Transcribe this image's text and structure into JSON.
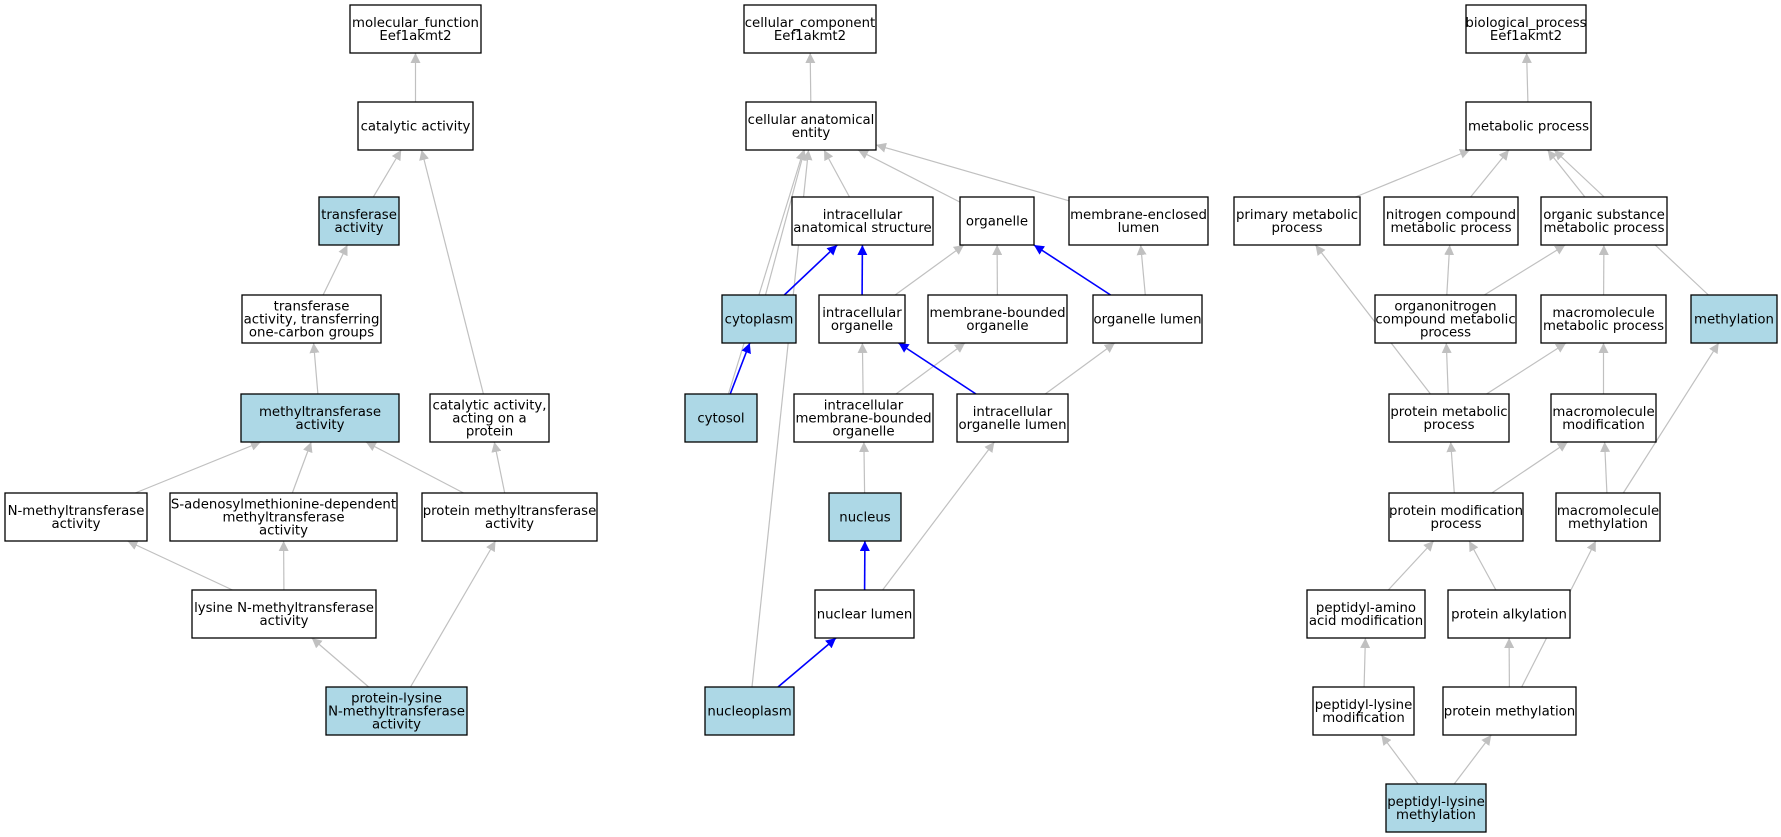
{
  "colors": {
    "default_fill": "#ffffff",
    "highlight_fill": "#add8e6",
    "edge_default": "#c0c0c0",
    "edge_path": "#0000ff"
  },
  "nodes": [
    {
      "id": "mf",
      "lines": [
        "molecular_function",
        "Eef1akmt2"
      ],
      "highlight": false
    },
    {
      "id": "cat",
      "lines": [
        "catalytic activity"
      ],
      "highlight": false
    },
    {
      "id": "trans",
      "lines": [
        "transferase",
        "activity"
      ],
      "highlight": true
    },
    {
      "id": "trans1c",
      "lines": [
        "transferase",
        "activity, transferring",
        "one-carbon groups"
      ],
      "highlight": false
    },
    {
      "id": "mtase",
      "lines": [
        "methyltransferase",
        "activity"
      ],
      "highlight": true
    },
    {
      "id": "catprot",
      "lines": [
        "catalytic activity,",
        "acting on a",
        "protein"
      ],
      "highlight": false
    },
    {
      "id": "nmt",
      "lines": [
        "N-methyltransferase",
        "activity"
      ],
      "highlight": false
    },
    {
      "id": "sam",
      "lines": [
        "S-adenosylmethionine-dependent",
        "methyltransferase",
        "activity"
      ],
      "highlight": false
    },
    {
      "id": "pmt",
      "lines": [
        "protein methyltransferase",
        "activity"
      ],
      "highlight": false
    },
    {
      "id": "lnmt",
      "lines": [
        "lysine N-methyltransferase",
        "activity"
      ],
      "highlight": false
    },
    {
      "id": "plnmt",
      "lines": [
        "protein-lysine",
        "N-methyltransferase",
        "activity"
      ],
      "highlight": true
    },
    {
      "id": "cc",
      "lines": [
        "cellular_component",
        "Eef1akmt2"
      ],
      "highlight": false
    },
    {
      "id": "cae",
      "lines": [
        "cellular anatomical",
        "entity"
      ],
      "highlight": false
    },
    {
      "id": "ias",
      "lines": [
        "intracellular",
        "anatomical structure"
      ],
      "highlight": false
    },
    {
      "id": "org",
      "lines": [
        "organelle"
      ],
      "highlight": false
    },
    {
      "id": "mel",
      "lines": [
        "membrane-enclosed",
        "lumen"
      ],
      "highlight": false
    },
    {
      "id": "cyto",
      "lines": [
        "cytoplasm"
      ],
      "highlight": true
    },
    {
      "id": "iorg",
      "lines": [
        "intracellular",
        "organelle"
      ],
      "highlight": false
    },
    {
      "id": "mbo",
      "lines": [
        "membrane-bounded",
        "organelle"
      ],
      "highlight": false
    },
    {
      "id": "orgl",
      "lines": [
        "organelle lumen"
      ],
      "highlight": false
    },
    {
      "id": "cytosol",
      "lines": [
        "cytosol"
      ],
      "highlight": true
    },
    {
      "id": "imbo",
      "lines": [
        "intracellular",
        "membrane-bounded",
        "organelle"
      ],
      "highlight": false
    },
    {
      "id": "iol",
      "lines": [
        "intracellular",
        "organelle lumen"
      ],
      "highlight": false
    },
    {
      "id": "nuc",
      "lines": [
        "nucleus"
      ],
      "highlight": true
    },
    {
      "id": "nucl",
      "lines": [
        "nuclear lumen"
      ],
      "highlight": false
    },
    {
      "id": "nplasm",
      "lines": [
        "nucleoplasm"
      ],
      "highlight": true
    },
    {
      "id": "bp",
      "lines": [
        "biological_process",
        "Eef1akmt2"
      ],
      "highlight": false
    },
    {
      "id": "met",
      "lines": [
        "metabolic process"
      ],
      "highlight": false
    },
    {
      "id": "pmp",
      "lines": [
        "primary metabolic",
        "process"
      ],
      "highlight": false
    },
    {
      "id": "ncmp",
      "lines": [
        "nitrogen compound",
        "metabolic process"
      ],
      "highlight": false
    },
    {
      "id": "osmp",
      "lines": [
        "organic substance",
        "metabolic process"
      ],
      "highlight": false
    },
    {
      "id": "methyl",
      "lines": [
        "methylation"
      ],
      "highlight": true
    },
    {
      "id": "oncmp",
      "lines": [
        "organonitrogen",
        "compound metabolic",
        "process"
      ],
      "highlight": false
    },
    {
      "id": "mmp",
      "lines": [
        "macromolecule",
        "metabolic process"
      ],
      "highlight": false
    },
    {
      "id": "protmp",
      "lines": [
        "protein metabolic",
        "process"
      ],
      "highlight": false
    },
    {
      "id": "mmod",
      "lines": [
        "macromolecule",
        "modification"
      ],
      "highlight": false
    },
    {
      "id": "pmodp",
      "lines": [
        "protein modification",
        "process"
      ],
      "highlight": false
    },
    {
      "id": "mmeth",
      "lines": [
        "macromolecule",
        "methylation"
      ],
      "highlight": false
    },
    {
      "id": "paam",
      "lines": [
        "peptidyl-amino",
        "acid modification"
      ],
      "highlight": false
    },
    {
      "id": "palk",
      "lines": [
        "protein alkylation"
      ],
      "highlight": false
    },
    {
      "id": "plm",
      "lines": [
        "peptidyl-lysine",
        "modification"
      ],
      "highlight": false
    },
    {
      "id": "pmeth",
      "lines": [
        "protein methylation"
      ],
      "highlight": false
    },
    {
      "id": "plmeth",
      "lines": [
        "peptidyl-lysine",
        "methylation"
      ],
      "highlight": true
    }
  ],
  "edges": [
    {
      "from": "cat",
      "to": "mf",
      "path": false
    },
    {
      "from": "trans",
      "to": "cat",
      "path": false
    },
    {
      "from": "catprot",
      "to": "cat",
      "path": false
    },
    {
      "from": "trans1c",
      "to": "trans",
      "path": false
    },
    {
      "from": "mtase",
      "to": "trans1c",
      "path": false
    },
    {
      "from": "nmt",
      "to": "mtase",
      "path": false
    },
    {
      "from": "sam",
      "to": "mtase",
      "path": false
    },
    {
      "from": "pmt",
      "to": "mtase",
      "path": false
    },
    {
      "from": "pmt",
      "to": "catprot",
      "path": false
    },
    {
      "from": "lnmt",
      "to": "nmt",
      "path": false
    },
    {
      "from": "lnmt",
      "to": "sam",
      "path": false
    },
    {
      "from": "plnmt",
      "to": "lnmt",
      "path": false
    },
    {
      "from": "plnmt",
      "to": "pmt",
      "path": false
    },
    {
      "from": "cae",
      "to": "cc",
      "path": false
    },
    {
      "from": "ias",
      "to": "cae",
      "path": false
    },
    {
      "from": "org",
      "to": "cae",
      "path": false
    },
    {
      "from": "mel",
      "to": "cae",
      "path": false
    },
    {
      "from": "cyto",
      "to": "cae",
      "path": false
    },
    {
      "from": "cytosol",
      "to": "cae",
      "path": false
    },
    {
      "from": "nplasm",
      "to": "cae",
      "path": false
    },
    {
      "from": "cyto",
      "to": "ias",
      "path": true
    },
    {
      "from": "iorg",
      "to": "ias",
      "path": true
    },
    {
      "from": "iorg",
      "to": "org",
      "path": false
    },
    {
      "from": "mbo",
      "to": "org",
      "path": false
    },
    {
      "from": "orgl",
      "to": "org",
      "path": true
    },
    {
      "from": "orgl",
      "to": "mel",
      "path": false
    },
    {
      "from": "cytosol",
      "to": "cyto",
      "path": true
    },
    {
      "from": "imbo",
      "to": "iorg",
      "path": false
    },
    {
      "from": "imbo",
      "to": "mbo",
      "path": false
    },
    {
      "from": "iol",
      "to": "iorg",
      "path": true
    },
    {
      "from": "iol",
      "to": "orgl",
      "path": false
    },
    {
      "from": "nuc",
      "to": "imbo",
      "path": false
    },
    {
      "from": "nucl",
      "to": "nuc",
      "path": true
    },
    {
      "from": "nucl",
      "to": "iol",
      "path": false
    },
    {
      "from": "nplasm",
      "to": "nucl",
      "path": true
    },
    {
      "from": "met",
      "to": "bp",
      "path": false
    },
    {
      "from": "pmp",
      "to": "met",
      "path": false
    },
    {
      "from": "ncmp",
      "to": "met",
      "path": false
    },
    {
      "from": "osmp",
      "to": "met",
      "path": false
    },
    {
      "from": "methyl",
      "to": "met",
      "path": false
    },
    {
      "from": "oncmp",
      "to": "ncmp",
      "path": false
    },
    {
      "from": "oncmp",
      "to": "osmp",
      "path": false
    },
    {
      "from": "mmp",
      "to": "osmp",
      "path": false
    },
    {
      "from": "protmp",
      "to": "pmp",
      "path": false
    },
    {
      "from": "protmp",
      "to": "oncmp",
      "path": false
    },
    {
      "from": "protmp",
      "to": "mmp",
      "path": false
    },
    {
      "from": "mmod",
      "to": "mmp",
      "path": false
    },
    {
      "from": "pmodp",
      "to": "protmp",
      "path": false
    },
    {
      "from": "pmodp",
      "to": "mmod",
      "path": false
    },
    {
      "from": "mmeth",
      "to": "mmod",
      "path": false
    },
    {
      "from": "mmeth",
      "to": "methyl",
      "path": false
    },
    {
      "from": "paam",
      "to": "pmodp",
      "path": false
    },
    {
      "from": "palk",
      "to": "pmodp",
      "path": false
    },
    {
      "from": "plm",
      "to": "paam",
      "path": false
    },
    {
      "from": "pmeth",
      "to": "palk",
      "path": false
    },
    {
      "from": "pmeth",
      "to": "mmeth",
      "path": false
    },
    {
      "from": "plmeth",
      "to": "plm",
      "path": false
    },
    {
      "from": "plmeth",
      "to": "pmeth",
      "path": false
    }
  ]
}
